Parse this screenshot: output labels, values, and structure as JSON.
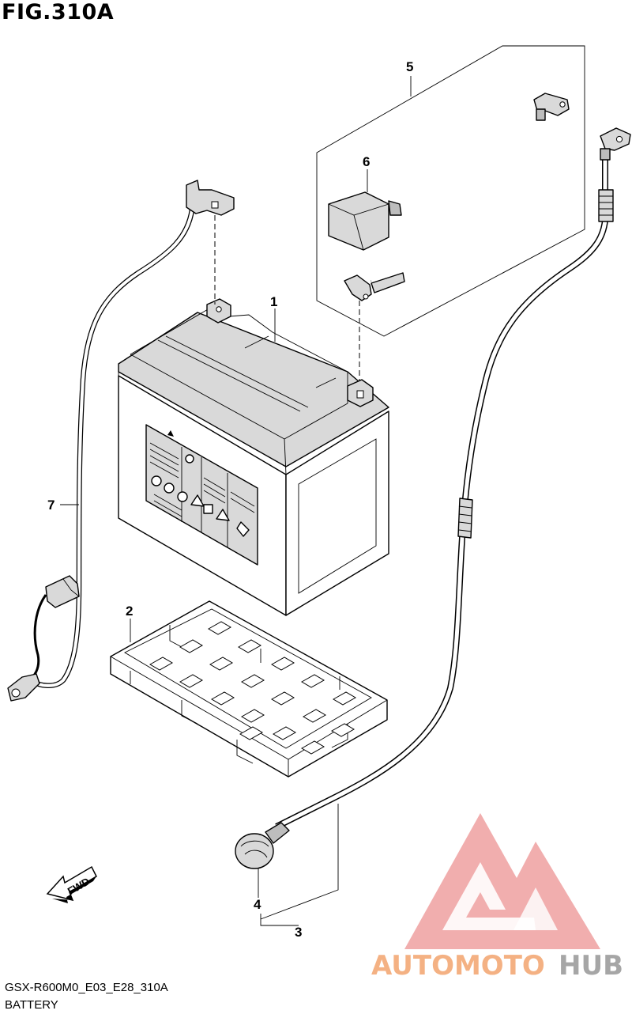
{
  "figure": {
    "title": "FIG.310A",
    "code": "GSX-R600M0_E03_E28_310A",
    "name": "BATTERY"
  },
  "callouts": [
    {
      "id": "1",
      "label": "1",
      "part": "battery"
    },
    {
      "id": "2",
      "label": "2",
      "part": "battery-tray"
    },
    {
      "id": "3",
      "label": "3",
      "part": "negative-lead-assembly"
    },
    {
      "id": "4",
      "label": "4",
      "part": "terminal-cap"
    },
    {
      "id": "5",
      "label": "5",
      "part": "positive-lead-assembly"
    },
    {
      "id": "6",
      "label": "6",
      "part": "terminal-cover"
    },
    {
      "id": "7",
      "label": "7",
      "part": "ground-wire"
    }
  ],
  "direction_marker": {
    "label": "FWD",
    "icon": "forward-arrow-icon"
  },
  "watermark": {
    "text_a": "AUTOMOTO",
    "text_b": "HUB",
    "color_a": "#f4b183",
    "color_b": "#a6a6a6",
    "logo_color": "#e87b7b"
  }
}
